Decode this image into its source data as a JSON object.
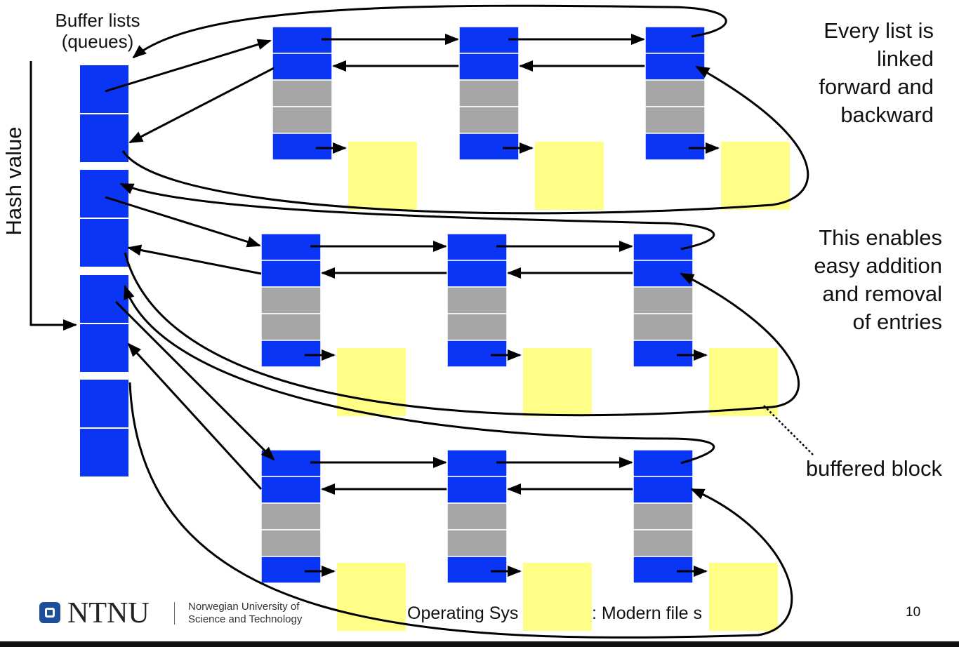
{
  "diagram": {
    "hash_column_label": [
      "Buffer lists",
      "(queues)"
    ],
    "hash_axis_label": "Hash value",
    "annotations": {
      "linked": [
        "Every list is",
        "linked",
        "forward and",
        "backward"
      ],
      "enables": [
        "This enables",
        "easy addition",
        "and removal",
        "of entries"
      ],
      "buffered_block": "buffered block"
    },
    "colors": {
      "pointer_cell": "#0a35f5",
      "header_cell": "#a6a6a6",
      "buffered_block": "#ffff88"
    }
  },
  "footer": {
    "logo_text": "NTNU",
    "university": [
      "Norwegian University of",
      "Science and Technology"
    ],
    "course": "Operating Sys",
    "course_tail": ": Modern file s",
    "page_number": "10"
  }
}
